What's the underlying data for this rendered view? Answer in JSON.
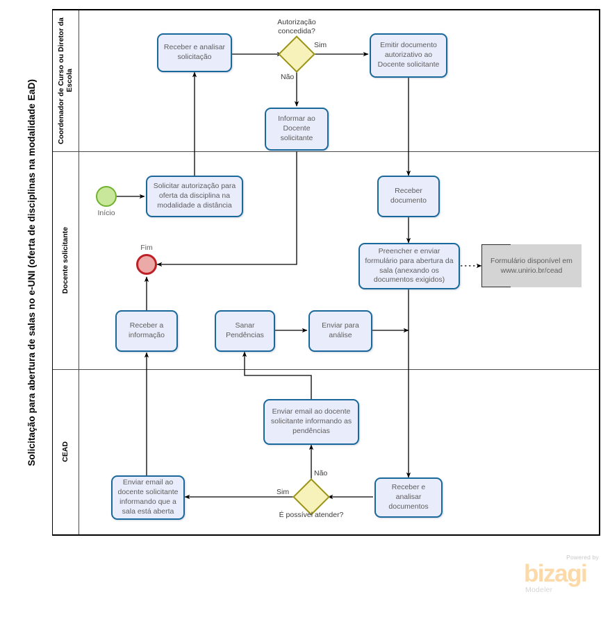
{
  "diagram": {
    "type": "bpmn-pool-lanes",
    "pool_title": "Solicitação para abertura de salas no e-UNI (oferta de disciplinas na modalidade EaD)",
    "lanes": [
      {
        "id": "lane-coordenador",
        "label": "Coordenador de Curso ou Diretor da Escola"
      },
      {
        "id": "lane-docente",
        "label": "Docente  solicitante"
      },
      {
        "id": "lane-cead",
        "label": "CEAD"
      }
    ],
    "events": [
      {
        "id": "start-inicio",
        "kind": "start",
        "label": "Início"
      },
      {
        "id": "end-fim",
        "kind": "end",
        "label": "Fim"
      }
    ],
    "tasks": [
      {
        "id": "task-receber-analisar-solicitacao",
        "label": "Receber  e analisar solicitação"
      },
      {
        "id": "task-emitir-documento",
        "label": "Emitir documento autorizativo ao Docente solicitante"
      },
      {
        "id": "task-informar-docente",
        "label": "Informar ao Docente solicitante"
      },
      {
        "id": "task-solicitar-autorizacao",
        "label": "Solicitar autorização para oferta da disciplina na modalidade a distância"
      },
      {
        "id": "task-receber-documento",
        "label": "Receber documento"
      },
      {
        "id": "task-preencher-enviar-formulario",
        "label": "Preencher e enviar formulário para abertura da sala (anexando os documentos exigidos)"
      },
      {
        "id": "task-receber-informacao",
        "label": "Receber a informação"
      },
      {
        "id": "task-sanar-pendencias",
        "label": "Sanar Pendências"
      },
      {
        "id": "task-enviar-para-analise",
        "label": "Enviar para análise"
      },
      {
        "id": "task-enviar-email-pendencias",
        "label": "Enviar email ao docente solicitante informando as pendências"
      },
      {
        "id": "task-enviar-email-sala-aberta",
        "label": "Enviar email ao docente solicitante informando que a sala está aberta"
      },
      {
        "id": "task-receber-analisar-documentos",
        "label": "Receber e analisar documentos"
      }
    ],
    "gateways": [
      {
        "id": "gateway-autorizacao",
        "label": "Autorização concedida?",
        "label_position": "above"
      },
      {
        "id": "gateway-possivel-atender",
        "label": "É possível atender?",
        "label_position": "below"
      }
    ],
    "flow_labels": [
      {
        "id": "flow-label-sim-autorizacao",
        "text": "Sim"
      },
      {
        "id": "flow-label-nao-autorizacao",
        "text": "Não"
      },
      {
        "id": "flow-label-nao-atender",
        "text": "Não"
      },
      {
        "id": "flow-label-sim-atender",
        "text": "Sim"
      }
    ],
    "annotations": [
      {
        "id": "annotation-formulario",
        "text": "Formulário disponível em www.unirio.br/cead"
      }
    ],
    "colors": {
      "task_fill": "#e9ecfb",
      "task_border": "#18689b",
      "gateway_fill": "#f7f2b9",
      "gateway_border": "#9a9318",
      "start_fill": "#c9e79b",
      "start_border": "#6fb22e",
      "end_fill": "#eba9a7",
      "end_border": "#bf2026",
      "annotation_fill": "#d4d4d4",
      "pool_border": "#000000",
      "connector": "#000000",
      "text": "#5d5d5d"
    }
  },
  "footer": {
    "powered_by": "Powered by",
    "brand": "bizagi",
    "product": "Modeler"
  }
}
